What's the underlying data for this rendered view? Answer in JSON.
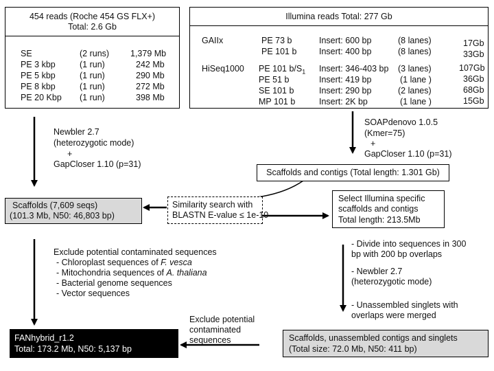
{
  "roche": {
    "title": "454 reads (Roche   454 GS FLX+)",
    "total": "Total: 2.6 Gb",
    "rows": [
      {
        "type": "SE",
        "runs": "(2 runs)",
        "size": "1,379 Mb"
      },
      {
        "type": "PE  3 kbp",
        "runs": "(1 run)",
        "size": "242 Mb"
      },
      {
        "type": "PE  5 kbp",
        "runs": "(1 run)",
        "size": "290 Mb"
      },
      {
        "type": "PE  8 kbp",
        "runs": "(1 run)",
        "size": "272 Mb"
      },
      {
        "type": "PE 20 Kbp",
        "runs": "(1 run)",
        "size": "398 Mb"
      }
    ]
  },
  "illumina": {
    "title": "Illumina reads Total: 277 Gb",
    "platform1": "GAIIx",
    "platform2": "HiSeq1000",
    "rows": [
      {
        "type": "PE 73 b",
        "insert": "Insert: 600 bp",
        "lanes": "(8 lanes)",
        "size": "17Gb"
      },
      {
        "type": "PE 101 b",
        "insert": "Insert: 400 bp",
        "lanes": "(8 lanes)",
        "size": "33Gb"
      },
      {
        "type": "PE 101 b/S",
        "sub": "1",
        "insert": "Insert: 346-403 bp",
        "lanes": "(3 lanes)",
        "size": "107Gb"
      },
      {
        "type": "PE   51 b",
        "insert": "Insert: 419 bp",
        "lanes": "(1 lane )",
        "size": "36Gb"
      },
      {
        "type": "SE 101 b",
        "insert": "Insert: 290 bp",
        "lanes": "(2 lanes)",
        "size": "68Gb"
      },
      {
        "type": "MP 101 b",
        "insert": "Insert: 2K   bp",
        "lanes": "(1 lane )",
        "size": "15Gb"
      }
    ]
  },
  "newbler_left": {
    "line1": "Newbler 2.7",
    "line2": "(heterozygotic mode)",
    "plus": "+",
    "line3": "GapCloser 1.10 (p=31)"
  },
  "soap": {
    "line1": "SOAPdenovo 1.0.5",
    "line2": "(Kmer=75)",
    "plus": "+",
    "line3": "GapCloser 1.10 (p=31)"
  },
  "scaffolds_contigs": "Scaffolds and contigs (Total length: 1.301 Gb)",
  "scaffolds": {
    "line1": "Scaffolds (7,609 seqs)",
    "line2": "(101.3 Mb, N50: 46,803 bp)"
  },
  "similarity": {
    "line1": "Similarity search with",
    "line2": "BLASTN E-value ≤ 1e-10"
  },
  "select": {
    "line1": "Select Illumina specific",
    "line2": "scaffolds and contigs",
    "line3": "Total length: 213.5Mb"
  },
  "exclude_left": {
    "title": "Exclude potential contaminated sequences",
    "item1_pre": "- Chloroplast sequences of ",
    "item1_it": "F. vesca",
    "item2_pre": "- Mitochondria sequences of ",
    "item2_it": "A. thaliana",
    "item3": "- Bacterial genome sequences",
    "item4": "- Vector sequences"
  },
  "divide": {
    "l1": "- Divide into sequences in 300",
    "l2": "bp with 200 bp overlaps",
    "l3": "- Newbler 2.7",
    "l4": "(heterozygotic mode)",
    "l5": "- Unassembled singlets with",
    "l6": "overlaps were merged"
  },
  "exclude_bottom": {
    "l1": "Exclude potential",
    "l2": "contaminated",
    "l3": "sequences"
  },
  "final": {
    "line1": "FANhybrid_r1.2",
    "line2": "Total: 173.2 Mb, N50: 5,137 bp"
  },
  "merged": {
    "line1": "Scaffolds, unassembled contigs and singlets",
    "line2": "(Total size: 72.0 Mb, N50: 411 bp)"
  }
}
